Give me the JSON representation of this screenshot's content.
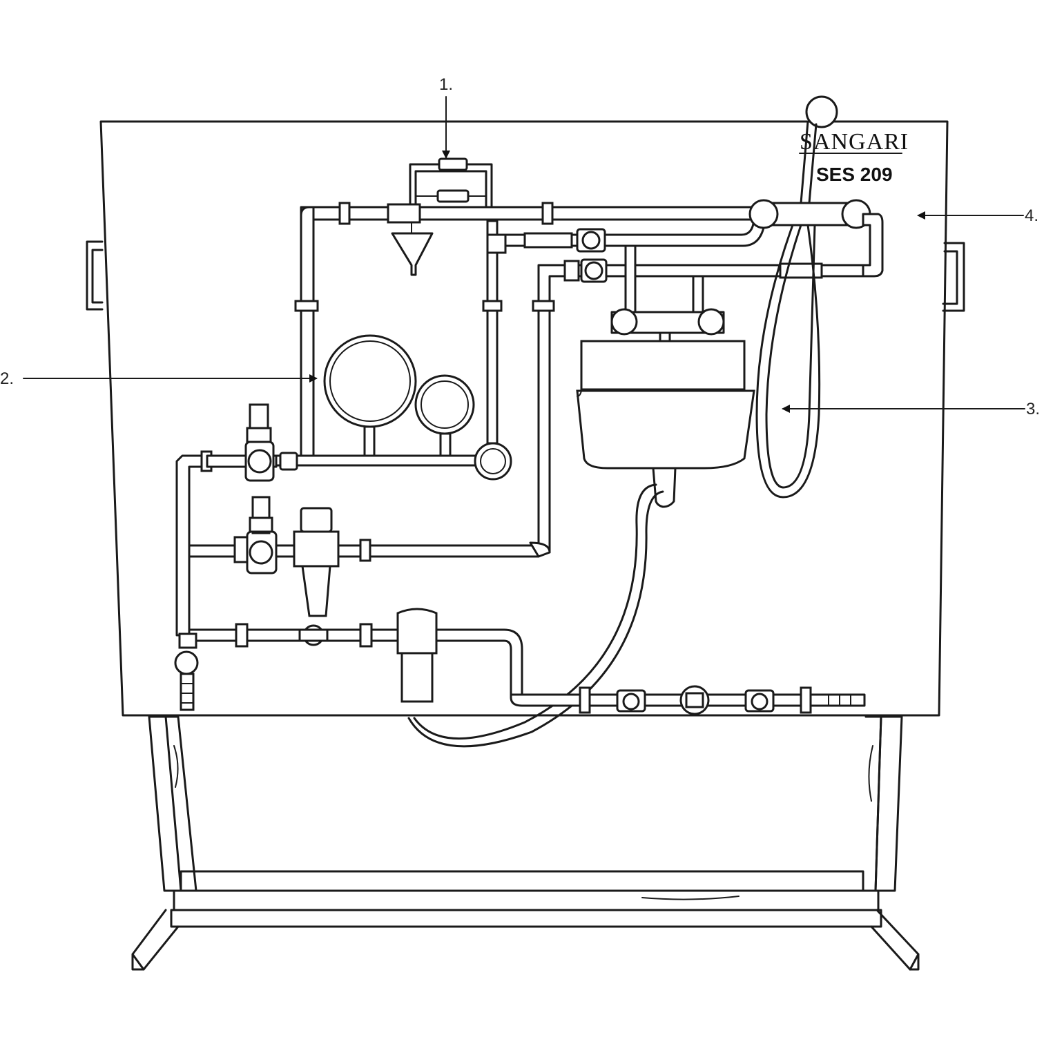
{
  "panel": {
    "brand": "SANGARI",
    "model": "SES 209"
  },
  "callouts": [
    {
      "id": "callout-1",
      "label": "1."
    },
    {
      "id": "callout-2",
      "label": "2."
    },
    {
      "id": "callout-3",
      "label": "3."
    },
    {
      "id": "callout-4",
      "label": "4."
    }
  ],
  "colors": {
    "line": "#1a1a1a",
    "background": "#ffffff"
  }
}
